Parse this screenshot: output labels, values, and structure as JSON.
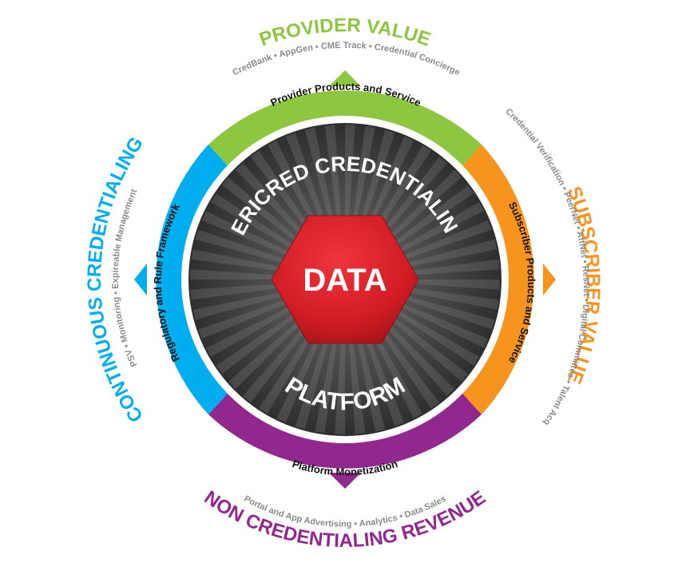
{
  "center": {
    "hub_label": "DATA",
    "top_arc": "VERICRED CREDENTIALING",
    "bottom_arc": "PLATFORM"
  },
  "ring": {
    "top": "Provider Products and Service",
    "right": "Subscriber Products and Service",
    "bottom": "Platform Monetization",
    "left": "Regulatory and Rule Framework"
  },
  "outer": {
    "top_title": "PROVIDER VALUE",
    "top_sub": "CredBank • AppGen • CME Track • Credential Concierge",
    "right_title": "SUBSCRIBER VALUE",
    "right_sub": "Credential Verification • PeerNet • AffNet • ResNet • Digital Committee • Talent Acq",
    "bottom_title": "NON CREDENTIALING REVENUE",
    "bottom_sub": "Portal and App Advertising • Analytics • Data Sales",
    "left_title": "CONTINUOUS CREDENTIALING",
    "left_sub": "PSV • Monitoring • Expireable Management"
  },
  "colors": {
    "green": "#8dc63f",
    "orange": "#f7941d",
    "purple": "#92278f",
    "blue": "#00aeef",
    "hub_red": "#d81e27",
    "disc_dark": "#3a3a3a",
    "grey_text": "#8a8a8a"
  }
}
